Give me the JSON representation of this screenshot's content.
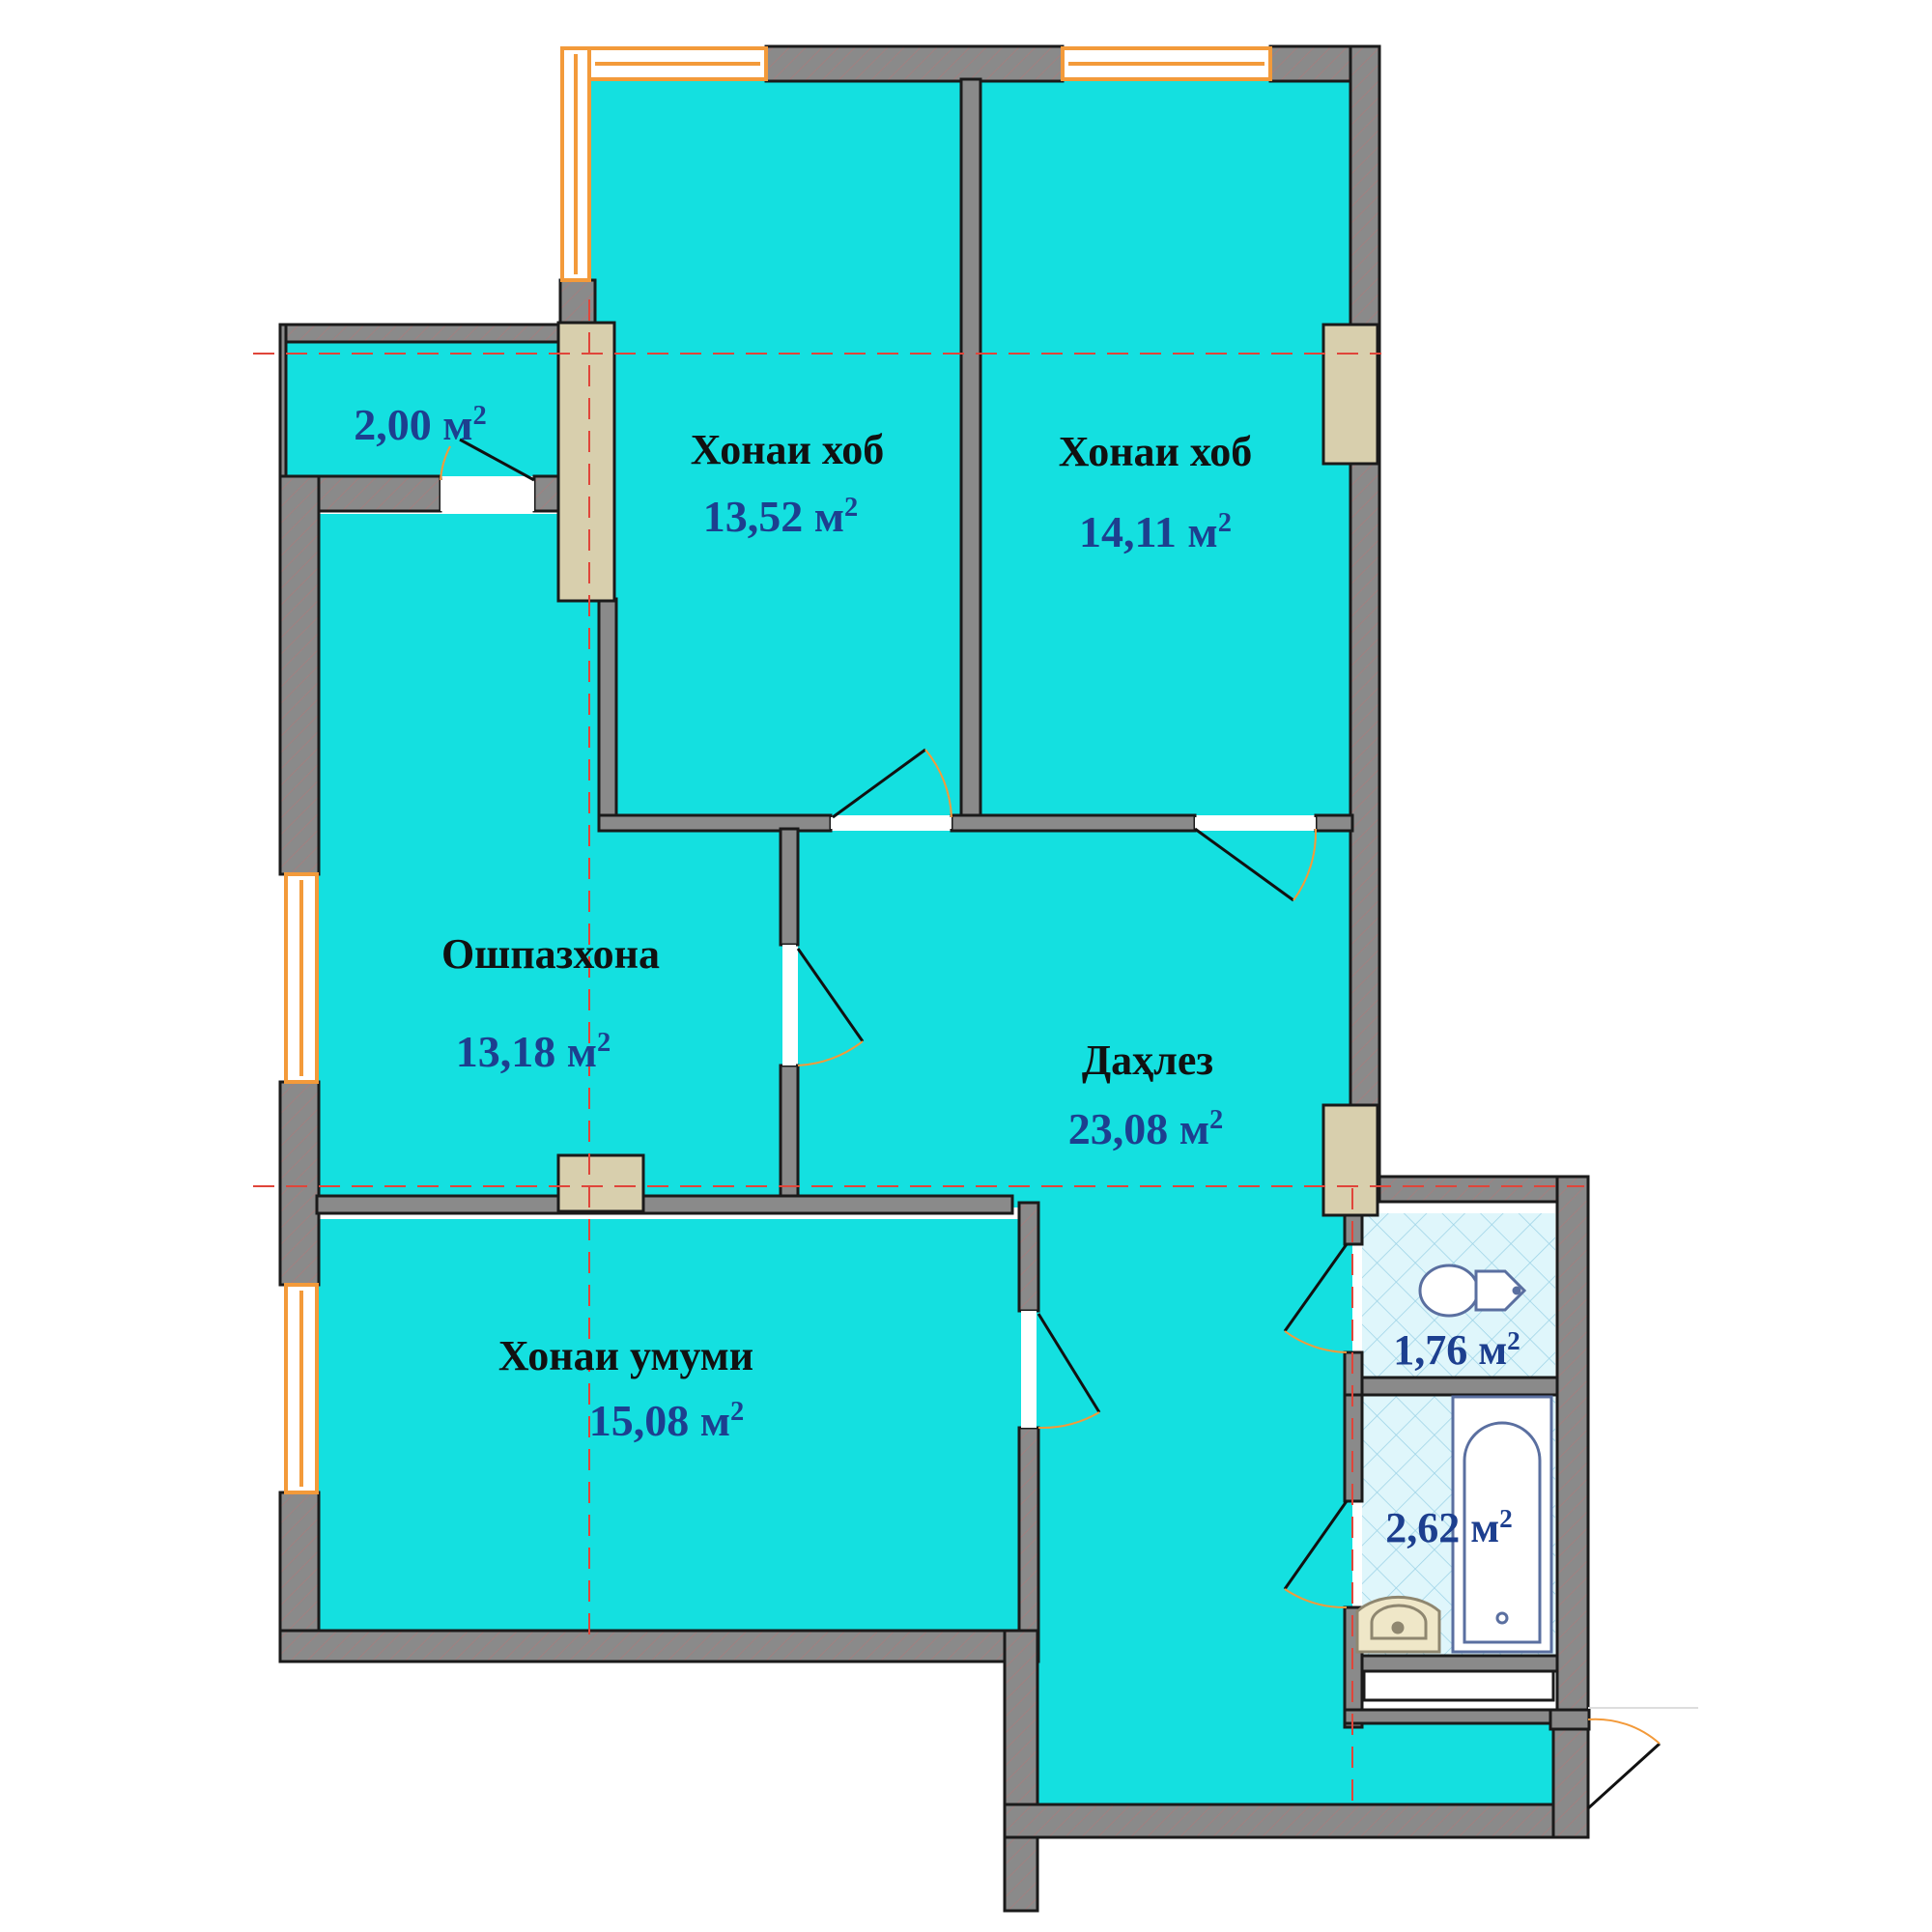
{
  "colors": {
    "room_fill": "#14e0e0",
    "wall": "#8a8a8a",
    "wall_edge": "#1a1a1a",
    "window": "#f39a3a",
    "vent_block": "#d8cfad",
    "axis_line": "#e0453a",
    "area_text": "#1d3f8f",
    "wet_room_tile": "#dff6fb",
    "tile_pattern": "#9cd2e6",
    "fixture_outline": "#5a6fa0",
    "sink_fill": "#efe7c8"
  },
  "rooms": {
    "bedroom_1": {
      "name": "Хонаи хоб",
      "area": "13,52 м",
      "unit_exp": "2"
    },
    "bedroom_2": {
      "name": "Хонаи хоб",
      "area": "14,11 м",
      "unit_exp": "2"
    },
    "kitchen": {
      "name": "Ошпазхона",
      "area": "13,18 м",
      "unit_exp": "2"
    },
    "hall": {
      "name": "Даҳлез",
      "area": "23,08 м",
      "unit_exp": "2"
    },
    "living_room": {
      "name": "Хонаи умуми",
      "area": "15,08 м",
      "unit_exp": "2"
    },
    "balcony": {
      "area": "2,00 м",
      "unit_exp": "2"
    },
    "toilet": {
      "area": "1,76 м",
      "unit_exp": "2"
    },
    "bathroom": {
      "area": "2,62 м",
      "unit_exp": "2"
    }
  },
  "fixtures": [
    "toilet-icon",
    "bathtub-icon",
    "sink-icon"
  ]
}
